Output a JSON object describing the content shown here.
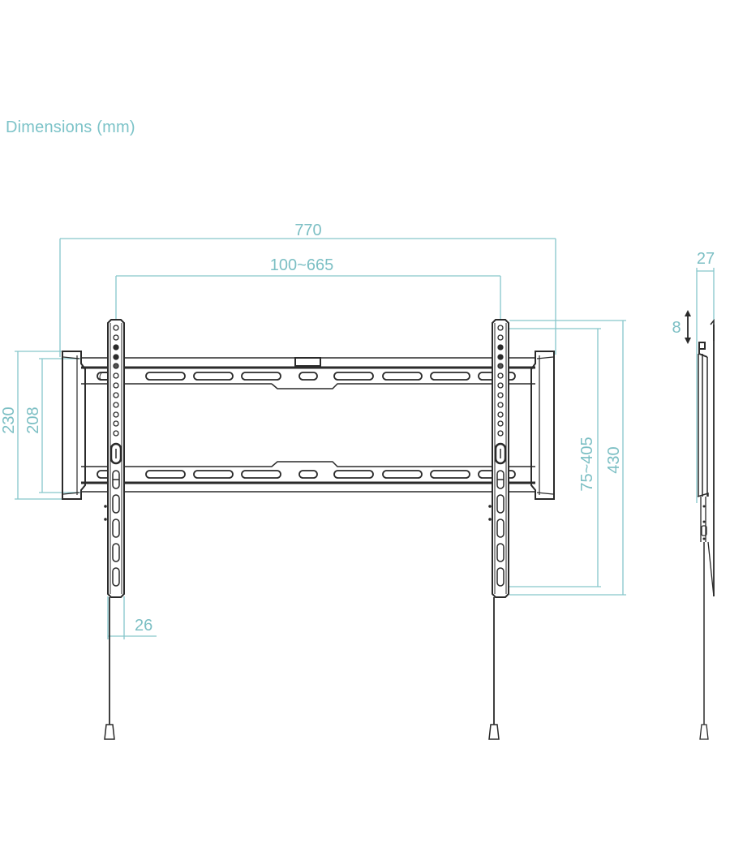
{
  "title": "Dimensions (mm)",
  "colors": {
    "dimension_line": "#86c6cb",
    "dimension_text": "#7cbfc4",
    "drawing_line": "#2a2a2a"
  },
  "front_view": {
    "overall_width": "770",
    "hole_spacing_horizontal": "100~665",
    "overall_height_frame": "230",
    "inner_height_frame": "208",
    "hole_spacing_vertical": "75~405",
    "overall_height_bracket": "430",
    "bracket_width": "26"
  },
  "side_view": {
    "depth": "27",
    "vertical_adjustment": "8"
  }
}
